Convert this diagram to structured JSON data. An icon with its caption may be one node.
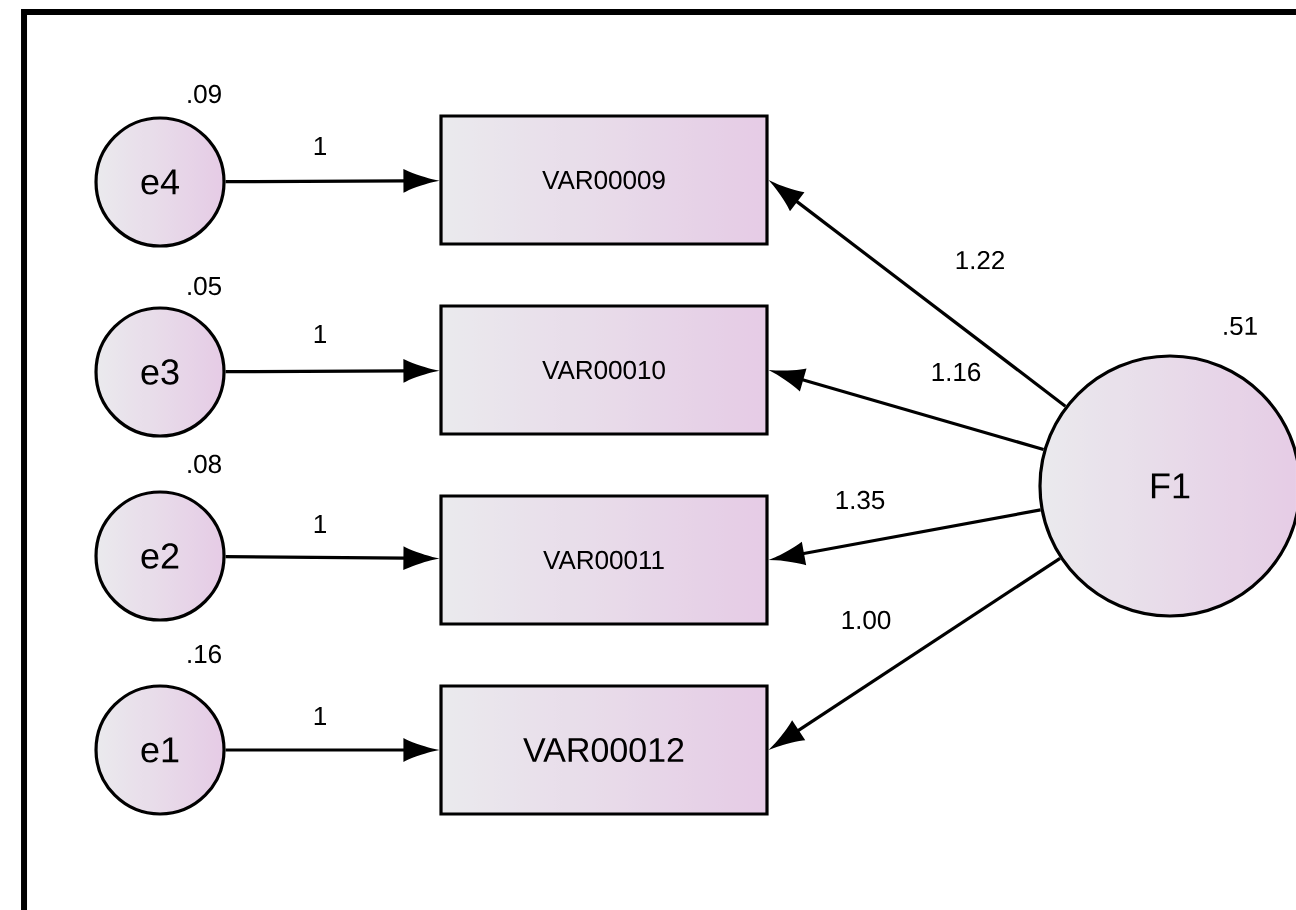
{
  "diagram": {
    "nodes": [
      {
        "text": [
          "e4"
        ],
        "beside": [
          ".09"
        ]
      },
      {
        "text": [
          "VAR00009"
        ]
      },
      {
        "text": [
          "e3"
        ],
        "beside": [
          ".05"
        ]
      },
      {
        "text": [
          "VAR00010"
        ]
      },
      {
        "text": [
          "e2"
        ],
        "beside": [
          ".08"
        ]
      },
      {
        "text": [
          "VAR00011"
        ]
      },
      {
        "text": [
          "e1"
        ],
        "beside": [
          ".16"
        ]
      },
      {
        "text": [
          "VAR00012"
        ]
      },
      {
        "text": [
          "F1"
        ],
        "beside": [
          ".51"
        ]
      }
    ],
    "edges": [
      {
        "from": 0,
        "to": 1,
        "arrow": "to",
        "label": "1"
      },
      {
        "from": 2,
        "to": 3,
        "arrow": "to",
        "label": "1"
      },
      {
        "from": 4,
        "to": 5,
        "arrow": "to",
        "label": "1"
      },
      {
        "from": 6,
        "to": 7,
        "arrow": "to",
        "label": "1"
      },
      {
        "from": 8,
        "to": 1,
        "arrow": "to",
        "label": "1.22"
      },
      {
        "from": 8,
        "to": 3,
        "arrow": "to",
        "label": "1.16"
      },
      {
        "from": 8,
        "to": 5,
        "arrow": "to",
        "label": "1.35"
      },
      {
        "from": 8,
        "to": 7,
        "arrow": "to",
        "label": "1.00"
      }
    ]
  }
}
